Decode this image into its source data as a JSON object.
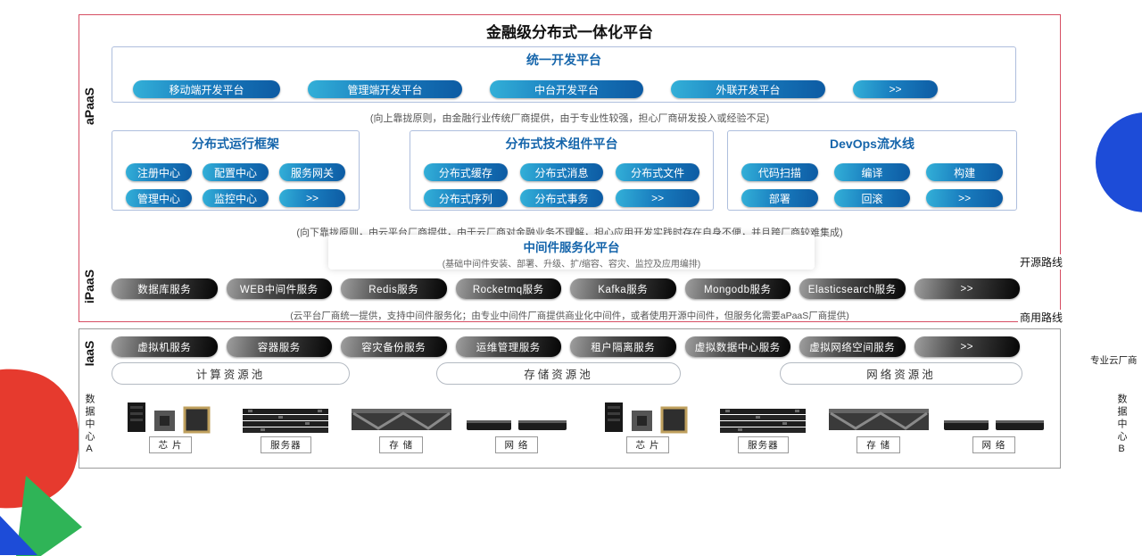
{
  "title": "金融级分布式一体化平台",
  "layer_labels": {
    "apaas": "aPaaS",
    "ipaas": "iPaaS",
    "iaas": "IaaS"
  },
  "unified": {
    "title": "统一开发平台",
    "buttons": [
      "移动端开发平台",
      "管理端开发平台",
      "中台开发平台",
      "外联开发平台",
      ">>"
    ]
  },
  "note_up": "(向上靠拢原则，由金融行业传统厂商提供，由于专业性较强，担心厂商研发投入或经验不足)",
  "runtime": {
    "title": "分布式运行框架",
    "buttons": [
      "注册中心",
      "配置中心",
      "服务网关",
      "管理中心",
      "监控中心",
      ">>"
    ]
  },
  "components": {
    "title": "分布式技术组件平台",
    "buttons": [
      "分布式缓存",
      "分布式消息",
      "分布式文件",
      "分布式序列",
      "分布式事务",
      ">>"
    ]
  },
  "devops": {
    "title": "DevOps流水线",
    "buttons": [
      "代码扫描",
      "编译",
      "构建",
      "部署",
      "回滚",
      ">>"
    ]
  },
  "note_down": "(向下靠拢原则，由云平台厂商提供，由于云厂商对金融业务不理解，担心应用开发实践时存在自身不便，并且跨厂商较难集成)",
  "middleware": {
    "title": "中间件服务化平台",
    "note": "(基础中间件安装、部署、升级、扩/缩容、容灾、监控及应用编排)"
  },
  "ipaas": {
    "buttons": [
      "数据库服务",
      "WEB中间件服务",
      "Redis服务",
      "Rocketmq服务",
      "Kafka服务",
      "Mongodb服务",
      "Elasticsearch服务",
      ">>"
    ],
    "note": "(云平台厂商统一提供，支持中间件服务化；由专业中间件厂商提供商业化中间件，或者使用开源中间件，但服务化需要aPaaS厂商提供)"
  },
  "routes": {
    "open": "开源路线",
    "commercial": "商用路线"
  },
  "iaas": {
    "buttons": [
      "虚拟机服务",
      "容器服务",
      "容灾备份服务",
      "运维管理服务",
      "租户隔离服务",
      "虚拟数据中心服务",
      "虚拟网络空间服务",
      ">>"
    ],
    "vendor": "专业云厂商",
    "pools": [
      "计算资源池",
      "存储资源池",
      "网络资源池"
    ],
    "hw_labels": [
      "芯 片",
      "服务器",
      "存 储",
      "网 络"
    ],
    "dc_left": "数据中心A",
    "dc_right": "数据中心B"
  },
  "colors": {
    "accent_blue": "#1565ab",
    "blue_button_gradient": [
      "#33b0d8",
      "#0d5ba3"
    ],
    "dark_button_gradient": [
      "#9f9f9f",
      "#050505"
    ],
    "red_border": "#d64e63",
    "decor_blue": "#1d4cd8",
    "decor_red": "#e63a2e",
    "decor_green": "#2fb457"
  }
}
